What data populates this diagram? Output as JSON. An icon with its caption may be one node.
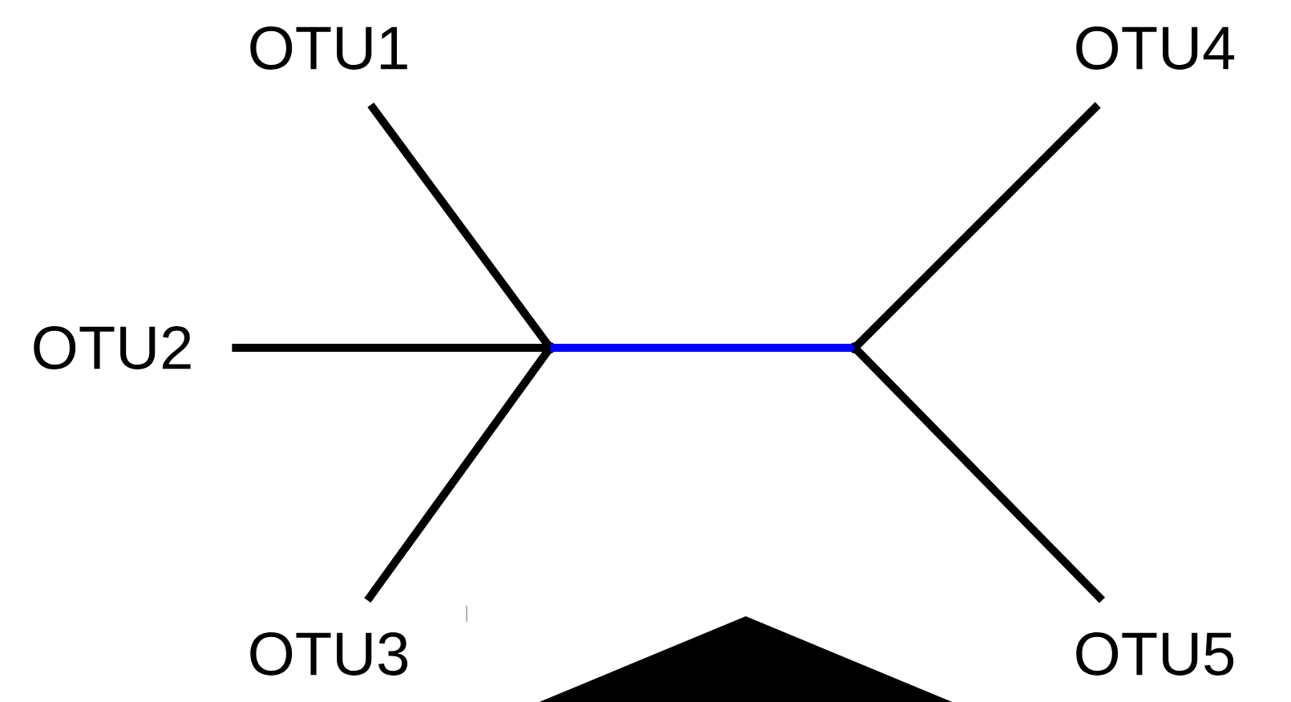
{
  "diagram": {
    "nodes": [
      {
        "text": [
          "OTU1"
        ]
      },
      {
        "text": [
          "OTU2"
        ]
      },
      {
        "text": [
          "OTU3"
        ]
      },
      {
        "text": [
          "OTU4"
        ]
      },
      {
        "text": [
          "OTU5"
        ]
      },
      {
        "text": [],
        "shape": "point"
      },
      {
        "text": [],
        "shape": "point"
      },
      {
        "text": [],
        "shape": "triangle"
      }
    ],
    "edges": [
      {
        "from": 0,
        "to": 5,
        "arrow": "none"
      },
      {
        "from": 1,
        "to": 5,
        "arrow": "none"
      },
      {
        "from": 2,
        "to": 5,
        "arrow": "none"
      },
      {
        "from": 5,
        "to": 6,
        "arrow": "none",
        "color": "#0000ff"
      },
      {
        "from": 3,
        "to": 6,
        "arrow": "none"
      },
      {
        "from": 4,
        "to": 6,
        "arrow": "none"
      }
    ]
  }
}
